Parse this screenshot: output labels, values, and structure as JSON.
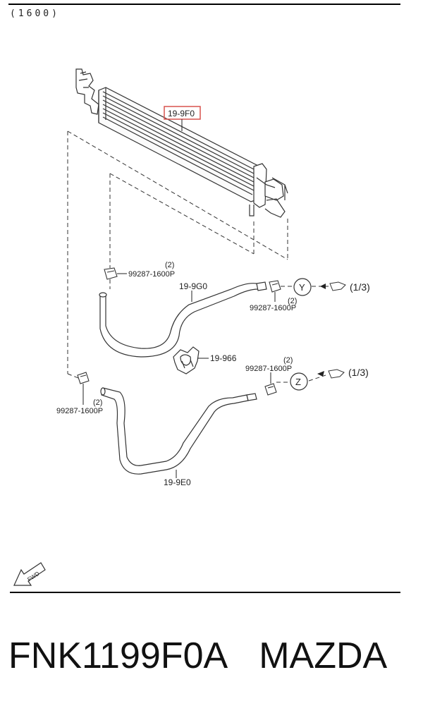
{
  "header": {
    "section_code": "(1600)"
  },
  "parts": {
    "cooler": {
      "label": "19-9F0",
      "highlight_color": "#d9534f"
    },
    "upper_hose": {
      "label": "19-9G0"
    },
    "bracket": {
      "label": "19-966"
    },
    "lower_hose": {
      "label": "19-9E0"
    },
    "clamp_upper_left": {
      "part_number": "99287-1600P",
      "qty": "(2)"
    },
    "clamp_upper_right": {
      "part_number": "99287-1600P",
      "qty": "(2)"
    },
    "clamp_lower_right": {
      "part_number": "99287-1600P",
      "qty": "(2)"
    },
    "clamp_lower_left": {
      "part_number": "99287-1600P",
      "qty": "(2)"
    }
  },
  "references": {
    "y": {
      "letter": "Y",
      "page": "(1/3)"
    },
    "z": {
      "letter": "Z",
      "page": "(1/3)"
    }
  },
  "fwd_arrow": {
    "text": "FWD"
  },
  "footer": {
    "part_code": "FNK1199F0A",
    "brand": "MAZDA"
  }
}
